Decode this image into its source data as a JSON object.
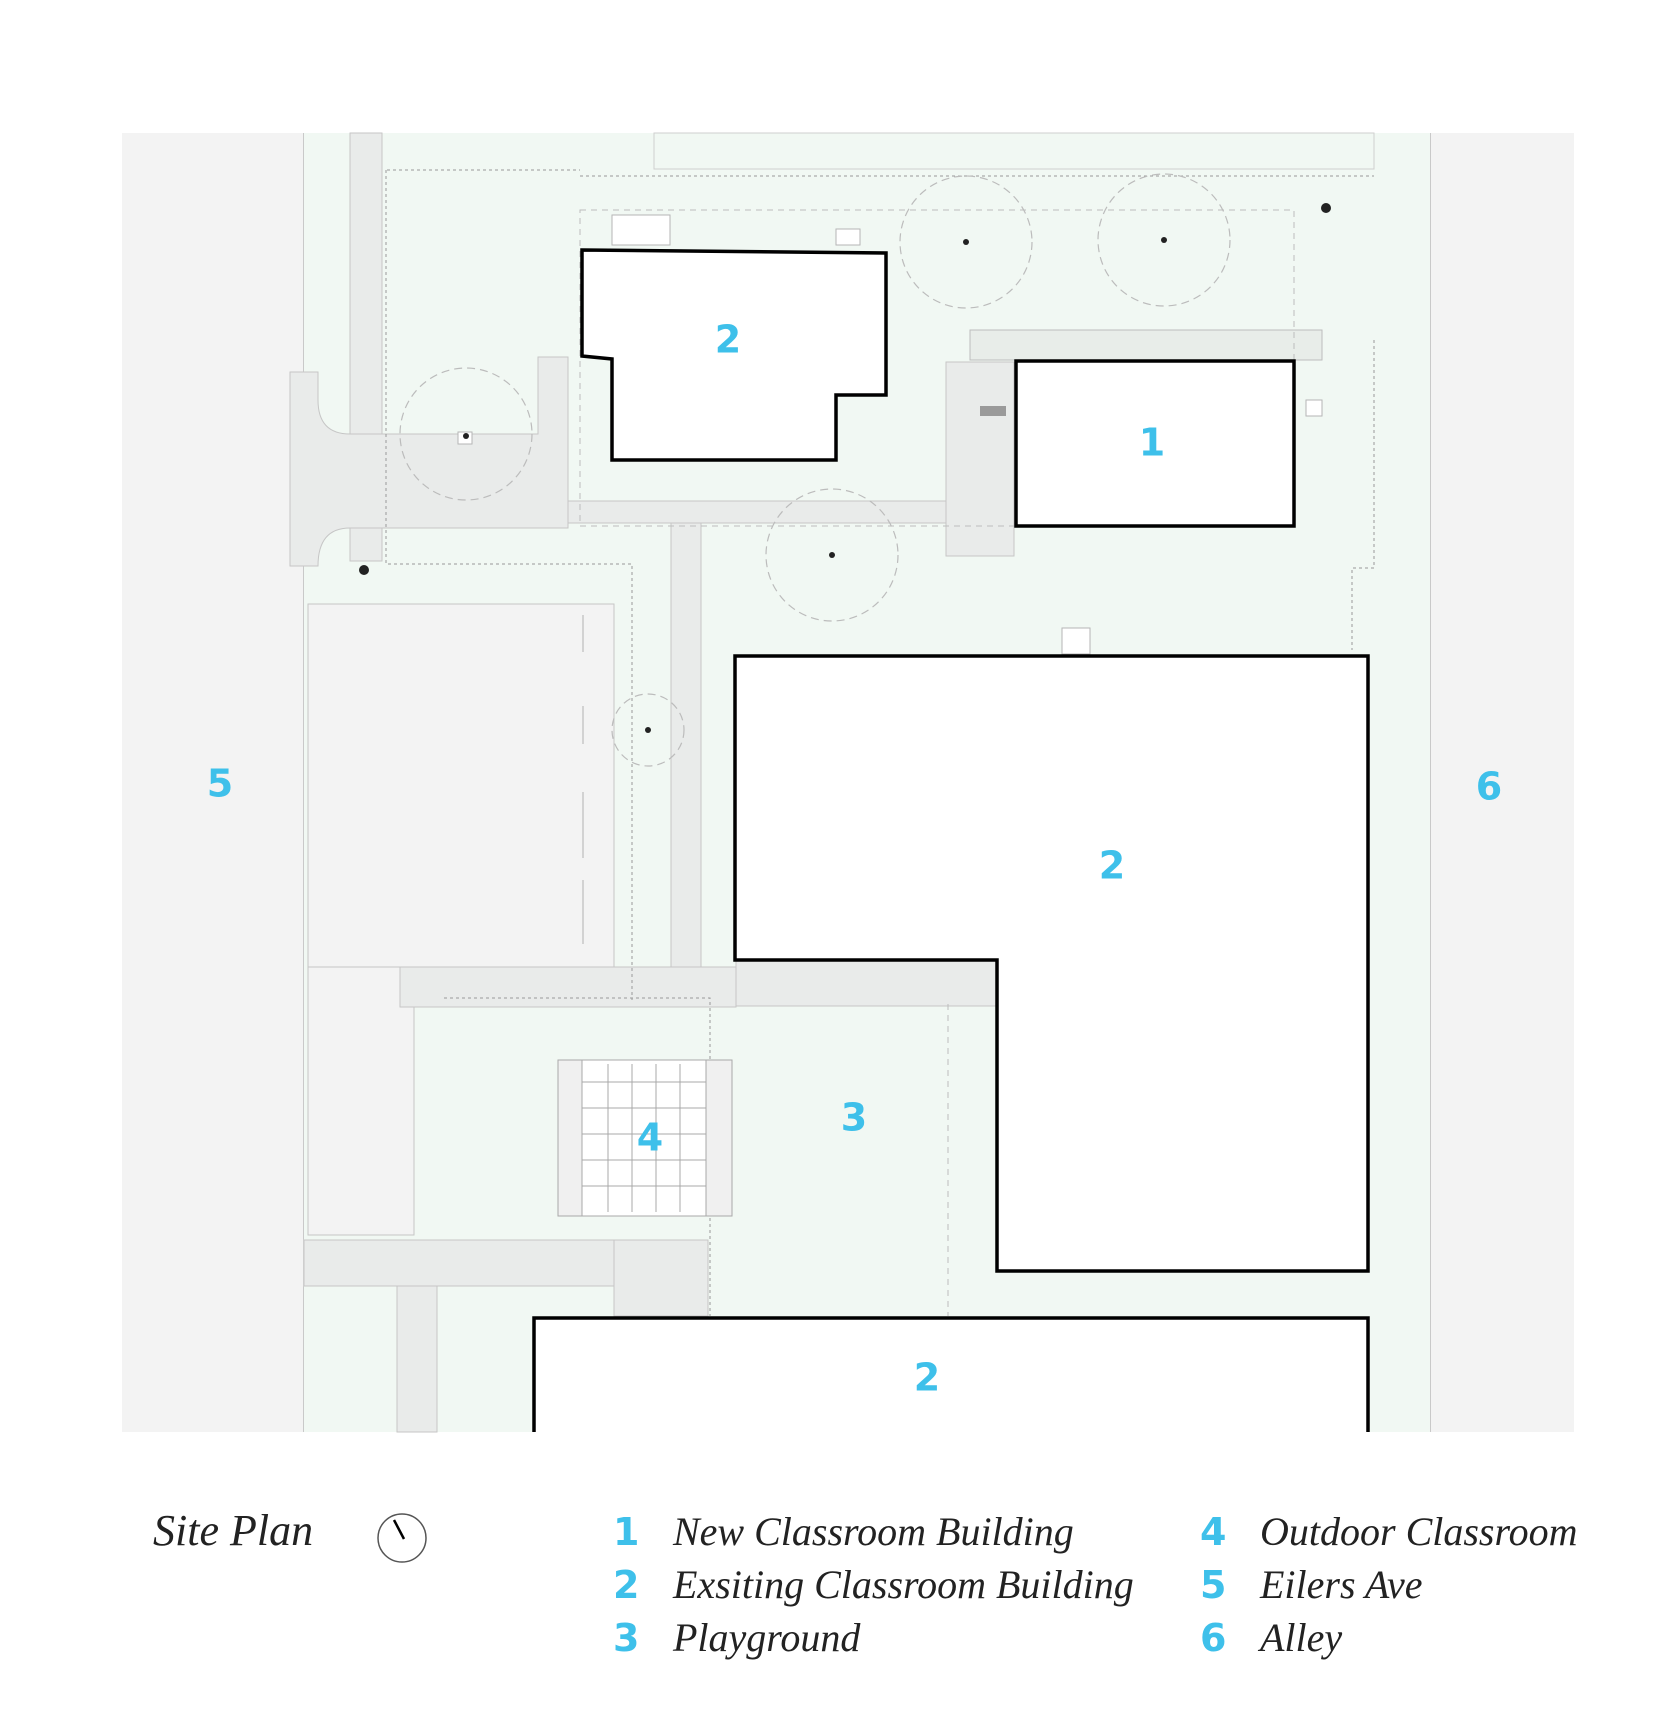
{
  "title": "Site Plan",
  "colors": {
    "accent": "#3ec0ea",
    "lawn": "#f1f8f3",
    "street": "#f3f3f3",
    "paving": "#e9ebea",
    "building_outline": "#000000"
  },
  "plan_labels": {
    "new_building": "1",
    "existing_north": "2",
    "existing_main": "2",
    "existing_south": "2",
    "playground": "3",
    "outdoor_classroom": "4",
    "street_west": "5",
    "alley_east": "6"
  },
  "legend": [
    {
      "num": "1",
      "label": "New Classroom Building"
    },
    {
      "num": "2",
      "label": "Exsiting Classroom Building"
    },
    {
      "num": "3",
      "label": "Playground"
    },
    {
      "num": "4",
      "label": "Outdoor Classroom"
    },
    {
      "num": "5",
      "label": "Eilers Ave"
    },
    {
      "num": "6",
      "label": "Alley"
    }
  ],
  "north_arrow_icon": "north-arrow-icon"
}
